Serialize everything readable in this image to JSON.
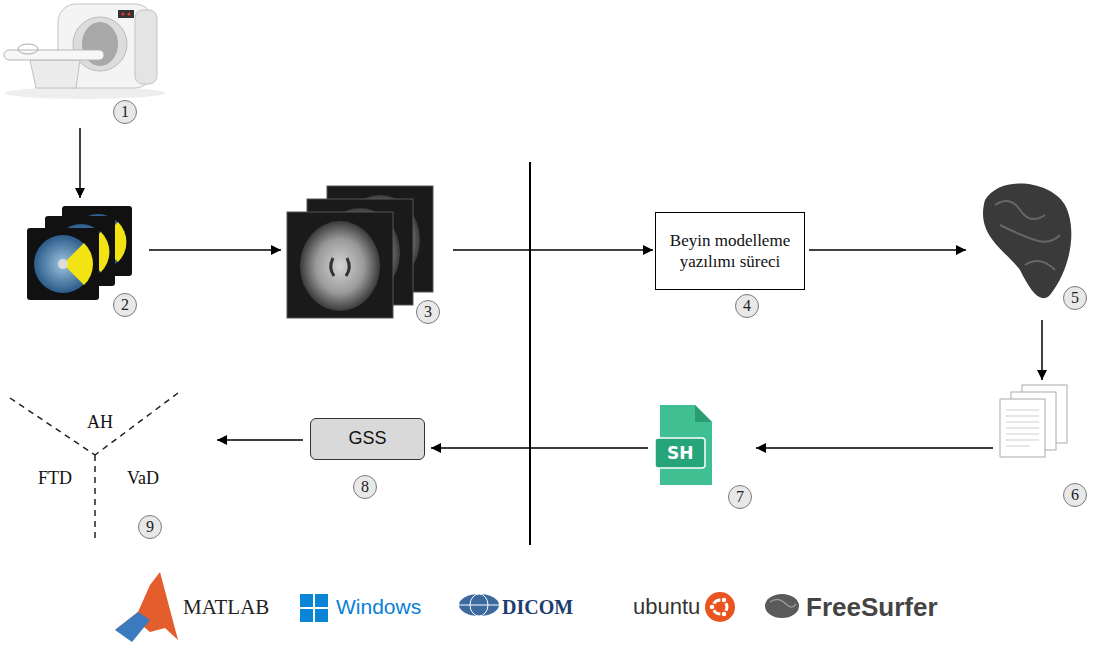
{
  "diagram": {
    "nodes": [
      {
        "text": [
          "1"
        ]
      },
      {
        "text": [
          "2"
        ]
      },
      {
        "text": [
          "3"
        ]
      },
      {
        "text": [
          "Beyin modelleme yazılımı süreci",
          "4"
        ]
      },
      {
        "text": [
          "5"
        ]
      },
      {
        "text": [
          "6"
        ]
      },
      {
        "text": [
          "SH",
          "7"
        ]
      },
      {
        "text": [
          "GSS",
          "8"
        ]
      },
      {
        "text": [
          "AH",
          "FTD",
          "VaD",
          "9"
        ]
      }
    ],
    "edges": [
      {
        "from": 0,
        "to": 1,
        "arrow": "to"
      },
      {
        "from": 1,
        "to": 2,
        "arrow": "to"
      },
      {
        "from": 2,
        "to": 3,
        "arrow": "to"
      },
      {
        "from": 3,
        "to": 4,
        "arrow": "to"
      },
      {
        "from": 4,
        "to": 5,
        "arrow": "to"
      },
      {
        "from": 5,
        "to": 6,
        "arrow": "to"
      },
      {
        "from": 6,
        "to": 7,
        "arrow": "to"
      },
      {
        "from": 7,
        "to": 8,
        "arrow": "to"
      }
    ],
    "labels": [
      "MATLAB",
      "Windows",
      "DICOM",
      "ubuntu",
      "FreeSurfer"
    ]
  }
}
